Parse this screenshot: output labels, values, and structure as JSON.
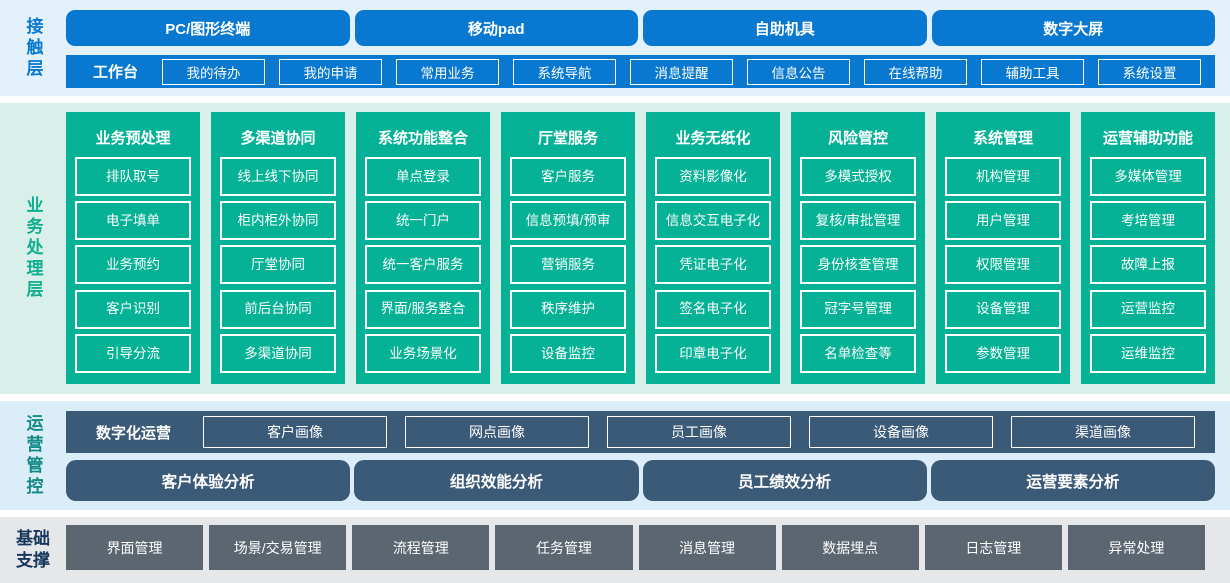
{
  "layers": {
    "contact_label": "接触层",
    "business_label": "业务处理层",
    "operations_label": "运营管控",
    "foundation_label": "基础支撑"
  },
  "contact": {
    "terminals": [
      "PC/图形终端",
      "移动pad",
      "自助机具",
      "数字大屏"
    ],
    "workbench": {
      "label": "工作台",
      "items": [
        "我的待办",
        "我的申请",
        "常用业务",
        "系统导航",
        "消息提醒",
        "信息公告",
        "在线帮助",
        "辅助工具",
        "系统设置"
      ]
    }
  },
  "business": {
    "columns": [
      {
        "title": "业务预处理",
        "items": [
          "排队取号",
          "电子填单",
          "业务预约",
          "客户识别",
          "引导分流"
        ]
      },
      {
        "title": "多渠道协同",
        "items": [
          "线上线下协同",
          "柜内柜外协同",
          "厅堂协同",
          "前后台协同",
          "多渠道协同"
        ]
      },
      {
        "title": "系统功能整合",
        "items": [
          "单点登录",
          "统一门户",
          "统一客户服务",
          "界面/服务整合",
          "业务场景化"
        ]
      },
      {
        "title": "厅堂服务",
        "items": [
          "客户服务",
          "信息预填/预审",
          "营销服务",
          "秩序维护",
          "设备监控"
        ]
      },
      {
        "title": "业务无纸化",
        "items": [
          "资料影像化",
          "信息交互电子化",
          "凭证电子化",
          "签名电子化",
          "印章电子化"
        ]
      },
      {
        "title": "风险管控",
        "items": [
          "多模式授权",
          "复核/审批管理",
          "身份核查管理",
          "冠字号管理",
          "名单检查等"
        ]
      },
      {
        "title": "系统管理",
        "items": [
          "机构管理",
          "用户管理",
          "权限管理",
          "设备管理",
          "参数管理"
        ]
      },
      {
        "title": "运营辅助功能",
        "items": [
          "多媒体管理",
          "考培管理",
          "故障上报",
          "运营监控",
          "运维监控"
        ]
      }
    ]
  },
  "operations": {
    "digital_ops_label": "数字化运营",
    "portraits": [
      "客户画像",
      "网点画像",
      "员工画像",
      "设备画像",
      "渠道画像"
    ],
    "analyses": [
      "客户体验分析",
      "组织效能分析",
      "员工绩效分析",
      "运营要素分析"
    ]
  },
  "foundation": {
    "items": [
      "界面管理",
      "场景/交易管理",
      "流程管理",
      "任务管理",
      "消息管理",
      "数据埋点",
      "日志管理",
      "异常处理"
    ]
  },
  "colors": {
    "primary_blue": "#0878d0",
    "contact_bg": "#e2f1fb",
    "business_bg": "#d9efe9",
    "business_column_teal": "#05b296",
    "operations_bg": "#dbedf8",
    "operations_slate": "#3a5a78",
    "foundation_bg": "#e5e7e9",
    "foundation_gray": "#5b6671",
    "business_label_green": "#0fae8f",
    "operations_label_teal": "#128a86",
    "foundation_label_navy": "#16365c"
  }
}
